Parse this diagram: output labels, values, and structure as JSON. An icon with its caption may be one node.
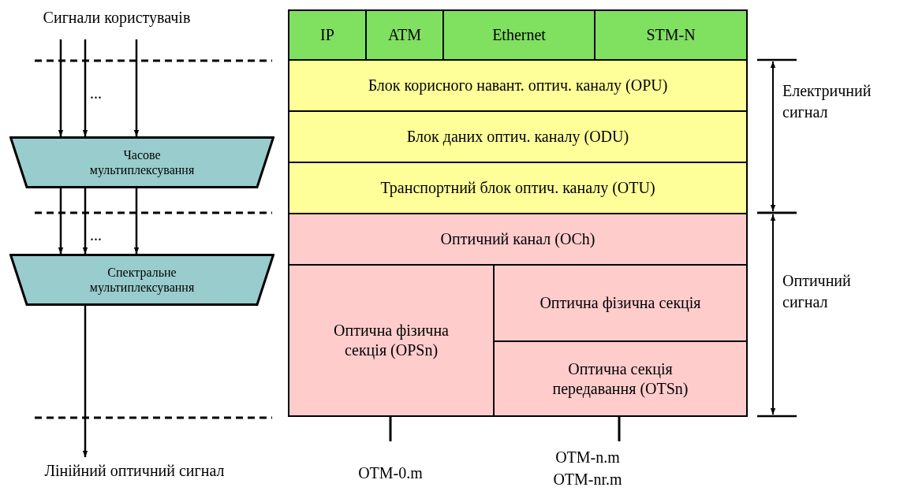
{
  "diagram": {
    "nodes": [
      {
        "text": [
          "Сигнали користувачів"
        ]
      },
      {
        "text": [
          "Часове мультиплексування"
        ]
      },
      {
        "text": [
          "Спектральне мультиплексування"
        ]
      },
      {
        "text": [
          "Лінійний оптичний сигнал"
        ]
      },
      {
        "text": [
          "IP"
        ]
      },
      {
        "text": [
          "ATM"
        ]
      },
      {
        "text": [
          "Ethernet"
        ]
      },
      {
        "text": [
          "STM-N"
        ]
      },
      {
        "text": [
          "Блок корисного навант. оптич. каналу (OPU)"
        ]
      },
      {
        "text": [
          "Блок даних оптич. каналу (ODU)"
        ]
      },
      {
        "text": [
          "Транспортний блок оптич. каналу (OTU)"
        ]
      },
      {
        "text": [
          "Оптичний канал (OCh)"
        ]
      },
      {
        "text": [
          "Оптична фізична секція (OPSn)"
        ]
      },
      {
        "text": [
          "Оптична фізична секція"
        ]
      },
      {
        "text": [
          "Оптична секція передавання (OTSn)"
        ]
      },
      {
        "text": [
          "OTM-0.m"
        ]
      },
      {
        "text": [
          "OTM-n.m",
          "OTM-nr.m"
        ]
      }
    ],
    "edges": [
      {
        "from": 0,
        "to": 1,
        "arrow": "to"
      },
      {
        "from": 0,
        "to": 1,
        "arrow": "to"
      },
      {
        "from": 0,
        "to": 1,
        "arrow": "to"
      },
      {
        "from": 1,
        "to": 2,
        "arrow": "to"
      },
      {
        "from": 1,
        "to": 2,
        "arrow": "to"
      },
      {
        "from": 1,
        "to": 2,
        "arrow": "to"
      },
      {
        "from": 2,
        "to": 3,
        "arrow": "to"
      },
      {
        "from": 15,
        "to": 12,
        "arrow": "none"
      },
      {
        "from": 16,
        "to": 14,
        "arrow": "none"
      }
    ],
    "labels": [
      "...",
      "...",
      "Електричний сигнал",
      "Оптичний сигнал"
    ]
  }
}
